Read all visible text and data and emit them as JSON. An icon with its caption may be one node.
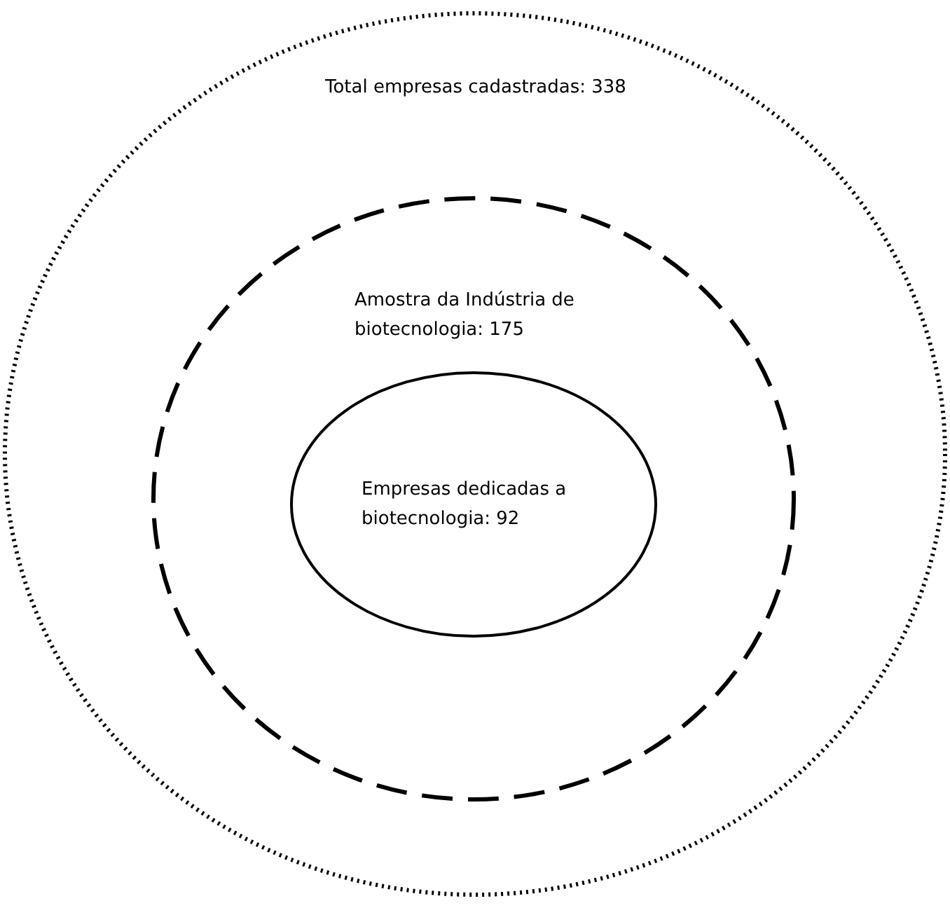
{
  "diagram": {
    "nodes": [
      {
        "text": [
          "Total empresas cadastradas: 338"
        ]
      },
      {
        "text": [
          "Amostra da Indústria de biotecnologia: 175"
        ],
        "in": 0
      },
      {
        "text": [
          "Empresas dedicadas a biotecnologia: 92"
        ],
        "in": 1
      }
    ]
  }
}
